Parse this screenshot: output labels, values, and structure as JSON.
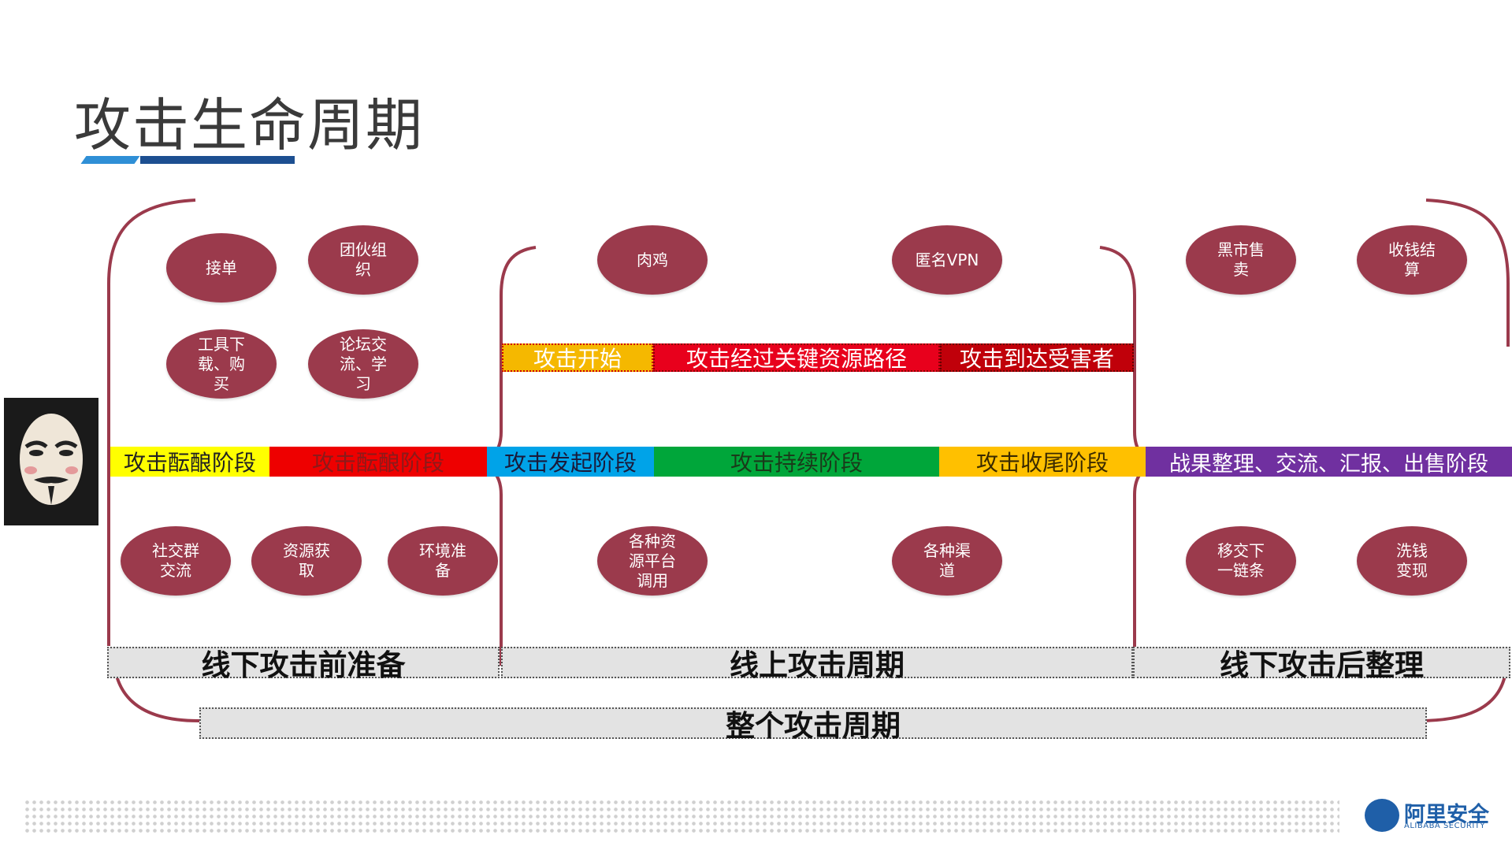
{
  "title": "攻击生命周期",
  "colors": {
    "ellipse": "#9b3a4c",
    "bracket": "#9b3a4c",
    "title_accent_light": "#2f8fd6",
    "title_accent_dark": "#1d4f91"
  },
  "ellipses": {
    "jiedan": "接单",
    "tuanhuo": "团伙组\n织",
    "gongju": "工具下\n载、购\n买",
    "luntan": "论坛交\n流、学\n习",
    "shejiao": "社交群\n交流",
    "ziyuan": "资源获\n取",
    "huanjing": "环境准\n备",
    "roujī": "肉鸡",
    "niming": "匿名VPN",
    "gezhong_ziyuan": "各种资\n源平台\n调用",
    "gezhong_qudao": "各种渠\n道",
    "heishi": "黑市售\n卖",
    "shouqian": "收钱结\n算",
    "yijiao": "移交下\n一链条",
    "xiqian": "洗钱\n变现"
  },
  "top_bar": [
    {
      "label": "攻击开始",
      "bg": "#f5b800",
      "fg": "#ffffff"
    },
    {
      "label": "攻击经过关键资源路径",
      "bg": "#e8001c",
      "fg": "#ffffff"
    },
    {
      "label": "攻击到达受害者",
      "bg": "#c0000a",
      "fg": "#ffffff"
    }
  ],
  "main_bar": [
    {
      "label": "攻击酝酿阶段",
      "bg": "#ffff00",
      "fg": "#222222"
    },
    {
      "label": "攻击酝酿阶段",
      "bg": "#ee0000",
      "fg": "#8b1a1a"
    },
    {
      "label": "攻击发起阶段",
      "bg": "#00a3e8",
      "fg": "#1a1a3a"
    },
    {
      "label": "攻击持续阶段",
      "bg": "#00a63a",
      "fg": "#1a3a1a"
    },
    {
      "label": "攻击收尾阶段",
      "bg": "#ffc000",
      "fg": "#3a2a00"
    },
    {
      "label": "战果整理、交流、汇报、出售阶段",
      "bg": "#7030a0",
      "fg": "#ffffff"
    }
  ],
  "phase_labels": {
    "offline_pre": "线下攻击前准备",
    "online": "线上攻击周期",
    "offline_post": "线下攻击后整理",
    "whole": "整个攻击周期"
  },
  "logo": {
    "name": "阿里安全",
    "sub": "ALIBABA SECURITY"
  }
}
